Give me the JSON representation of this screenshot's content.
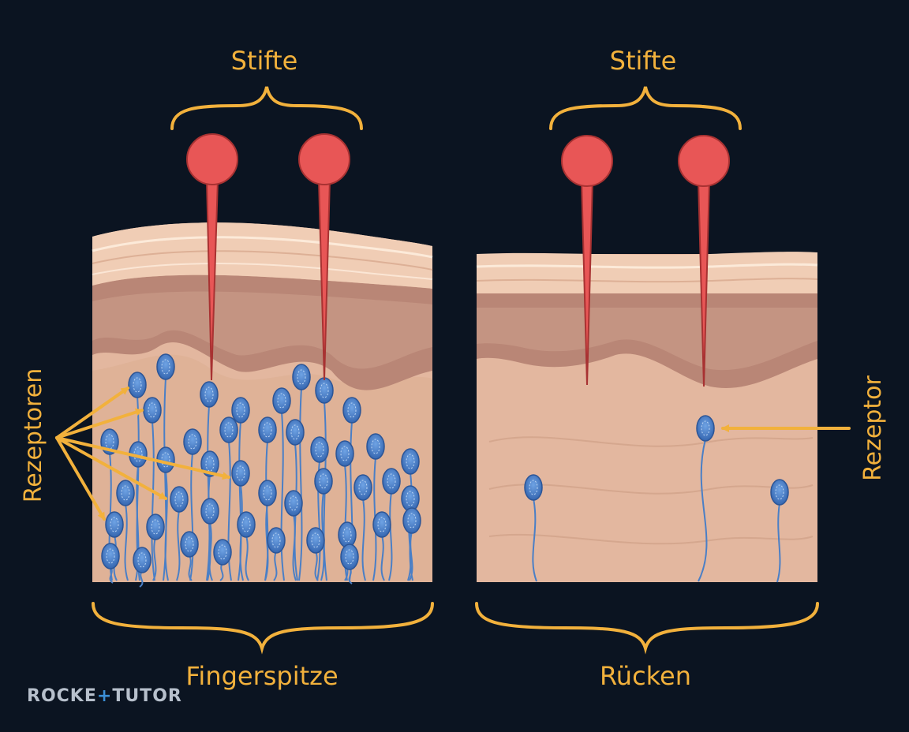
{
  "labels": {
    "pins_left": "Stifte",
    "pins_right": "Stifte",
    "region_left": "Fingerspitze",
    "region_right": "Rücken",
    "receptors_left": "Rezeptoren",
    "receptor_right": "Rezeptor"
  },
  "logo": {
    "part1": "ROCKE",
    "plus": "+",
    "part2": "TUTOR"
  },
  "colors": {
    "background": "#0b1421",
    "label": "#f2b13c",
    "pin": "#e85656",
    "receptor": "#4a86d0",
    "skin": "#e0b39a"
  }
}
